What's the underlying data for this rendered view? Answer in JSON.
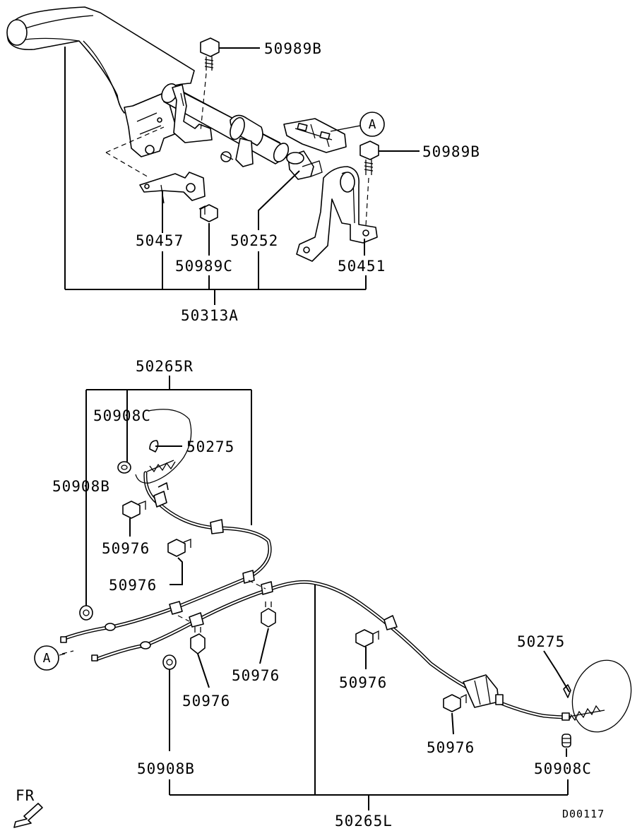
{
  "labels": {
    "bolt_top": "50989B",
    "bolt_right": "50989B",
    "bracket": "50457",
    "bushing": "50252",
    "bolt_small": "50989C",
    "support": "50451",
    "lever_assy": "50313A",
    "cable_r": "50265R",
    "cable_r_clip": "50908C",
    "cable_r_spring": "50275",
    "cable_r_grommet": "50908B",
    "bolt_r_1": "50976",
    "bolt_r_2": "50976",
    "bolt_c_1": "50976",
    "bolt_c_2": "50976",
    "bolt_l_1": "50976",
    "bolt_l_2": "50976",
    "cable_l_spring": "50275",
    "cable_l_grommet": "50908B",
    "cable_l_clip": "50908C",
    "cable_l": "50265L",
    "callout_a_top": "A",
    "callout_a_bottom": "A",
    "direction": "FR",
    "drawing_code": "D00117"
  },
  "icons": {
    "direction_arrow": "arrow-down-left-icon",
    "reference_marker": "circle-letter-icon"
  },
  "colors": {
    "line": "#000000",
    "background": "#ffffff"
  }
}
